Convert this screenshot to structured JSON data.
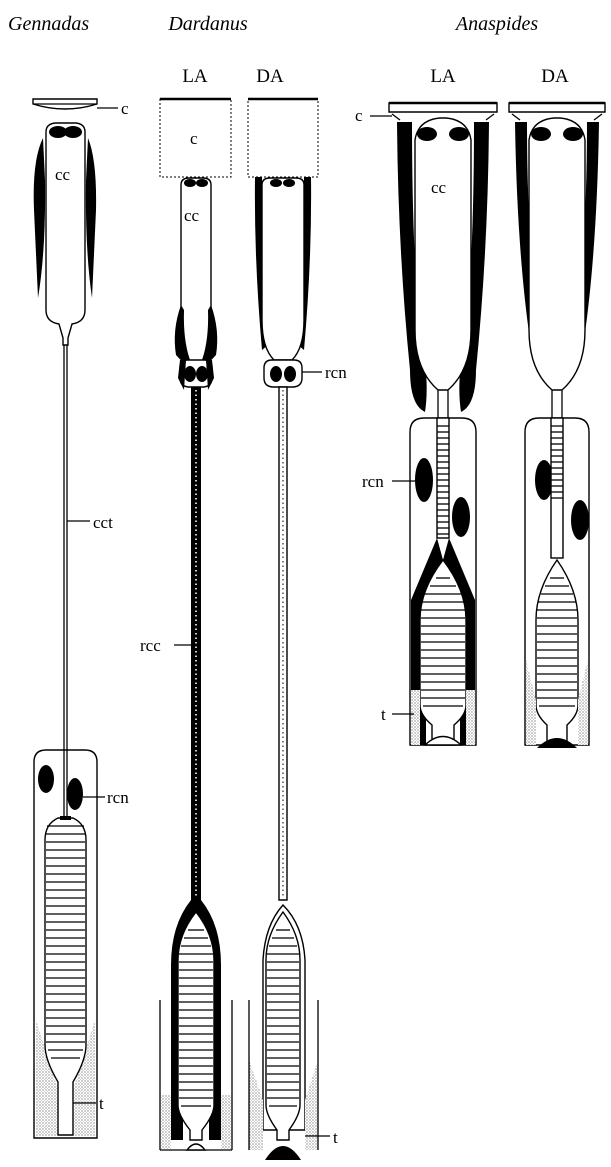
{
  "titles": {
    "gennadas": "Gennadas",
    "dardanus": "Dardanus",
    "anaspides": "Anaspides"
  },
  "subtitles": {
    "la": "LA",
    "da": "DA"
  },
  "labels": {
    "c": "c",
    "cc": "cc",
    "cct": "cct",
    "rcc": "rcc",
    "rcn": "rcn",
    "t": "t"
  }
}
